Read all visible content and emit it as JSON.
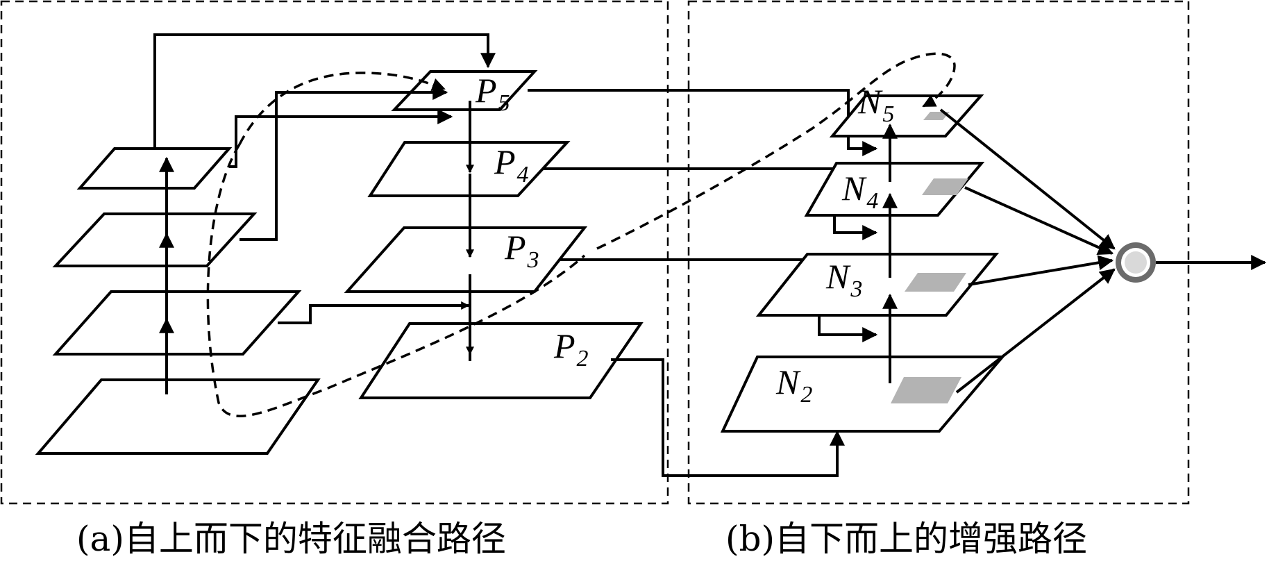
{
  "panel_a": {
    "caption": "(a)自上而下的特征融合路径",
    "levels": [
      {
        "letter": "P",
        "index": "5"
      },
      {
        "letter": "P",
        "index": "4"
      },
      {
        "letter": "P",
        "index": "3"
      },
      {
        "letter": "P",
        "index": "2"
      }
    ]
  },
  "panel_b": {
    "caption": "(b)自下而上的增强路径",
    "levels": [
      {
        "letter": "N",
        "index": "5"
      },
      {
        "letter": "N",
        "index": "4"
      },
      {
        "letter": "N",
        "index": "3"
      },
      {
        "letter": "N",
        "index": "2"
      }
    ]
  },
  "colors": {
    "line": "#000000",
    "pooled_patch": "#b3b3b3",
    "fusion_ring_outer": "#6b6b6b",
    "fusion_ring_inner": "#d9d9d9"
  },
  "icons": {
    "fusion": "fusion-node-icon"
  }
}
